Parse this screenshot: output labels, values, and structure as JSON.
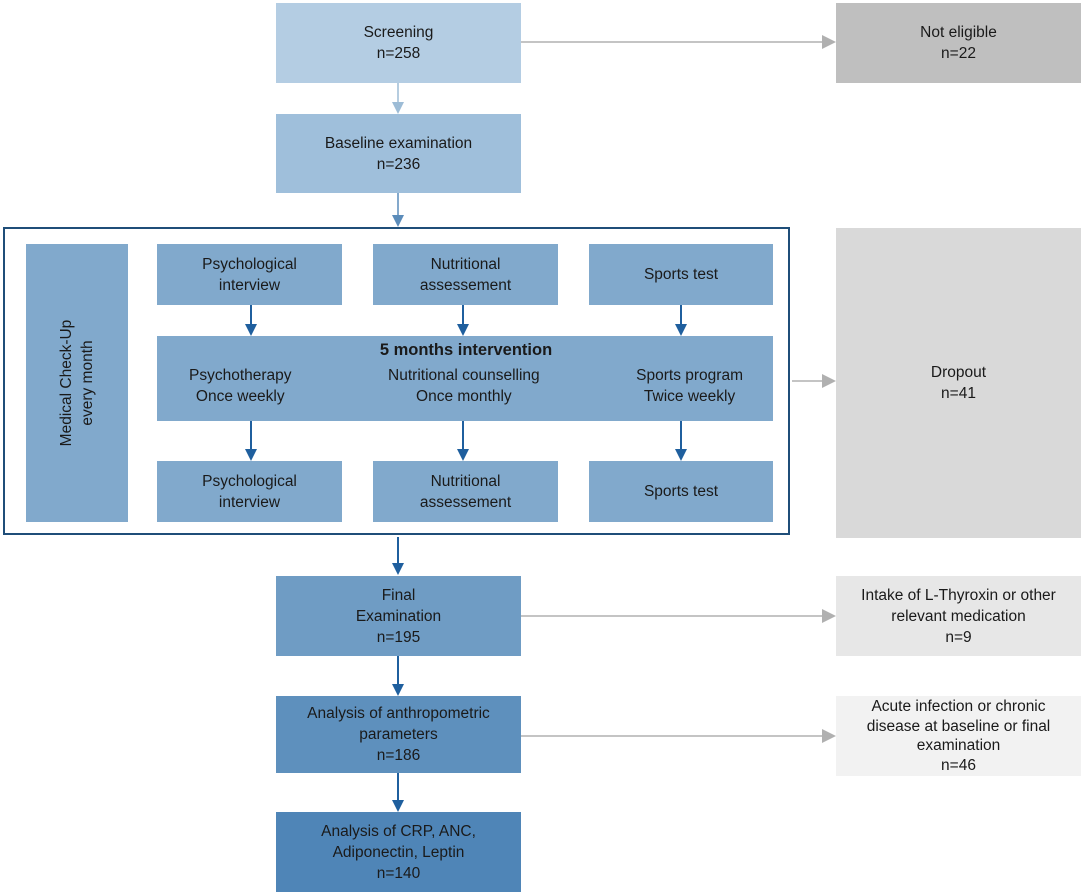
{
  "screening": {
    "label": "Screening",
    "n": "n=258"
  },
  "not_eligible": {
    "label": "Not eligible",
    "n": "n=22"
  },
  "baseline": {
    "label": "Baseline examination",
    "n": "n=236"
  },
  "medical_checkup": {
    "line1": "Medical Check-Up",
    "line2": "every month"
  },
  "pre_tests": {
    "psych": {
      "line1": "Psychological",
      "line2": "interview"
    },
    "nutri": {
      "line1": "Nutritional",
      "line2": "assessement"
    },
    "sports": {
      "line1": "Sports test"
    }
  },
  "intervention": {
    "title": "5 months intervention",
    "psych": {
      "line1": "Psychotherapy",
      "line2": "Once weekly"
    },
    "nutri": {
      "line1": "Nutritional counselling",
      "line2": "Once monthly"
    },
    "sports": {
      "line1": "Sports program",
      "line2": "Twice weekly"
    }
  },
  "post_tests": {
    "psych": {
      "line1": "Psychological",
      "line2": "interview"
    },
    "nutri": {
      "line1": "Nutritional",
      "line2": "assessement"
    },
    "sports": {
      "line1": "Sports test"
    }
  },
  "dropout": {
    "label": "Dropout",
    "n": "n=41"
  },
  "final": {
    "line1": "Final",
    "line2": "Examination",
    "n": "n=195"
  },
  "thyroxin": {
    "line1": "Intake of L-Thyroxin or other",
    "line2": "relevant medication",
    "n": "n=9"
  },
  "anthro": {
    "line1": "Analysis of anthropometric",
    "line2": "parameters",
    "n": "n=186"
  },
  "infection": {
    "line1": "Acute infection or chronic",
    "line2": "disease at baseline or final",
    "line3": "examination",
    "n": "n=46"
  },
  "crp": {
    "line1": "Analysis of CRP, ANC,",
    "line2": "Adiponectin, Leptin",
    "n": "n=140"
  },
  "colors": {
    "frame": "#1f4e79",
    "blue_arrow": "#1f5f9e",
    "grey_arrow": "#b0b0b0"
  }
}
